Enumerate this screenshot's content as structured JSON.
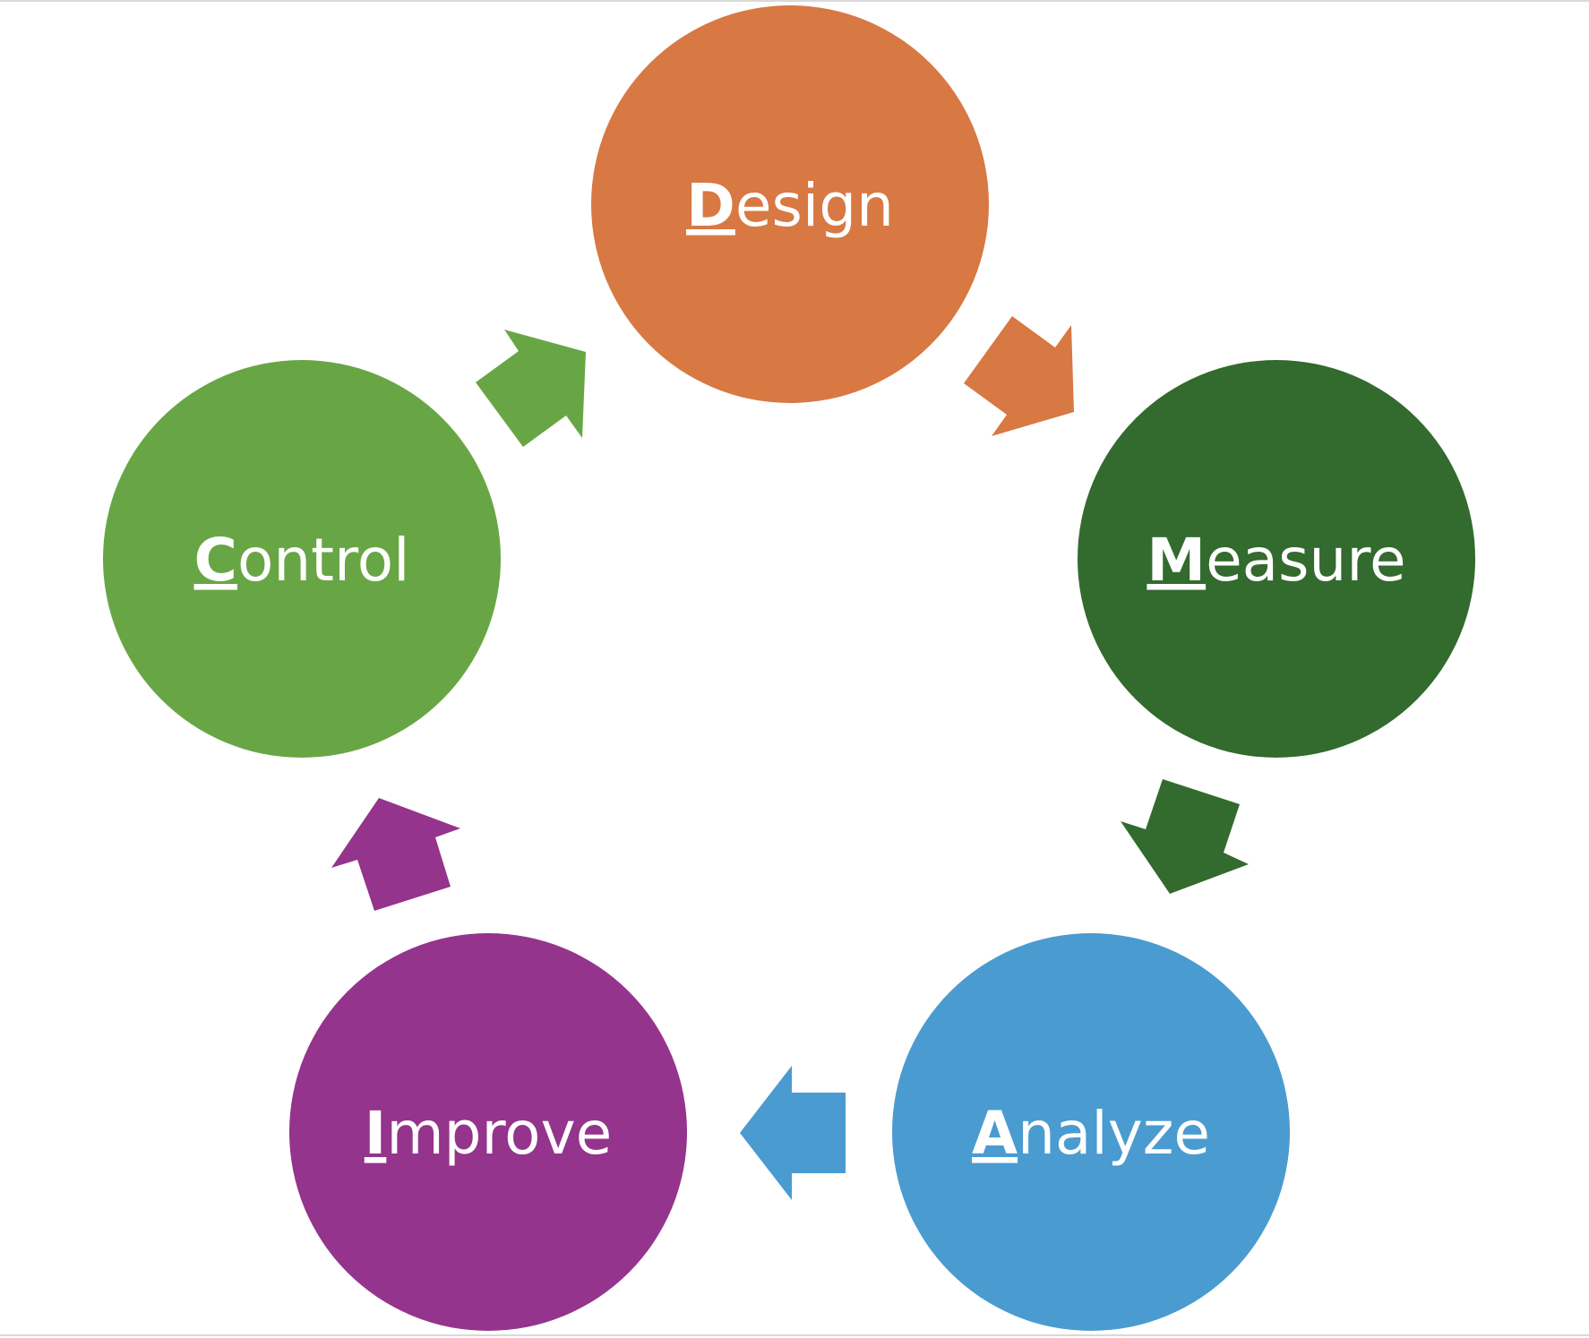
{
  "steps": [
    {
      "id": "design",
      "initial": "D",
      "rest": "esign",
      "color": "#D87843"
    },
    {
      "id": "measure",
      "initial": "M",
      "rest": "easure",
      "color": "#336A2E"
    },
    {
      "id": "analyze",
      "initial": "A",
      "rest": "nalyze",
      "color": "#4A9BD0"
    },
    {
      "id": "improve",
      "initial": "I",
      "rest": "mprove",
      "color": "#94348C"
    },
    {
      "id": "control",
      "initial": "C",
      "rest": "ontrol",
      "color": "#68A645"
    }
  ],
  "arrows": [
    {
      "id": "design-to-measure",
      "icon": "arrow-right-down-icon",
      "color": "#D87843"
    },
    {
      "id": "measure-to-analyze",
      "icon": "arrow-down-icon",
      "color": "#336A2E"
    },
    {
      "id": "analyze-to-improve",
      "icon": "arrow-left-icon",
      "color": "#4A9BD0"
    },
    {
      "id": "improve-to-control",
      "icon": "arrow-up-icon",
      "color": "#94348C"
    },
    {
      "id": "control-to-design",
      "icon": "arrow-right-up-icon",
      "color": "#68A645"
    }
  ]
}
